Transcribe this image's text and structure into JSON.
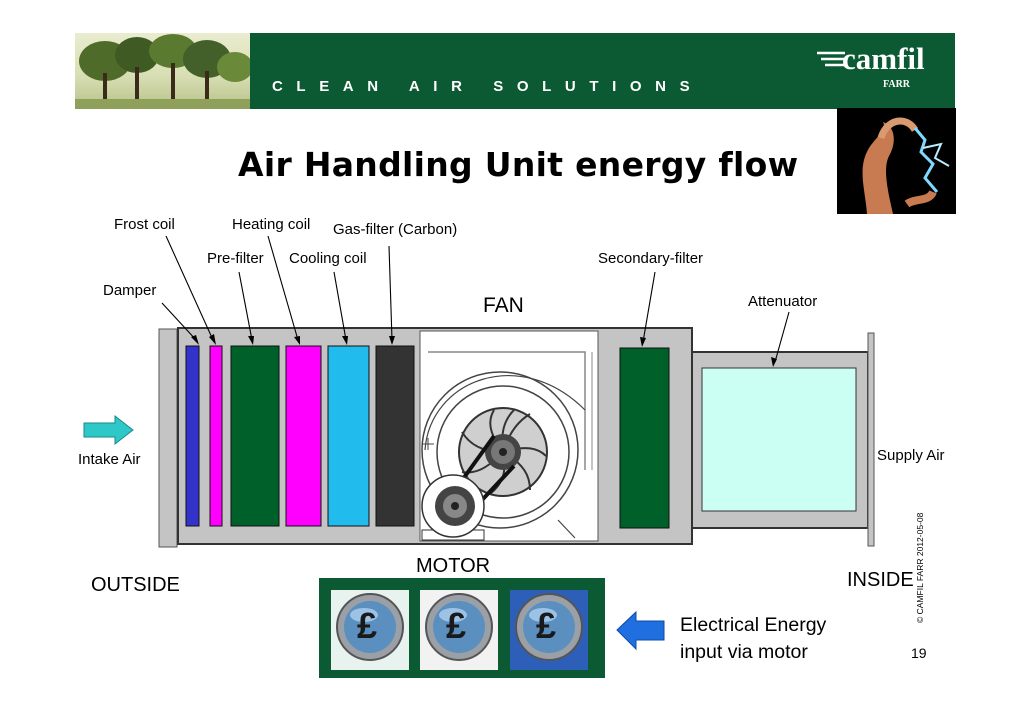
{
  "header": {
    "tagline": "CLEAN AIR SOLUTIONS",
    "brand": "camfil",
    "brand_sub": "FARR"
  },
  "title": "Air Handling Unit energy flow",
  "labels": {
    "frost_coil": "Frost coil",
    "heating_coil": "Heating coil",
    "gas_filter": "Gas-filter (Carbon)",
    "pre_filter": "Pre-filter",
    "cooling_coil": "Cooling coil",
    "secondary_filter": "Secondary-filter",
    "damper": "Damper",
    "fan": "FAN",
    "attenuator": "Attenuator",
    "intake_air": "Intake Air",
    "supply_air": "Supply Air",
    "motor": "MOTOR",
    "outside": "OUTSIDE",
    "inside": "INSIDE",
    "energy_line1": "Electrical Energy",
    "energy_line2": "input via motor"
  },
  "coin_symbol": "£",
  "copyright": "© CAMFIL FARR 2012-05-08",
  "page_number": "19",
  "colors": {
    "banner": "#0b5a33",
    "casing": "#c4c4c4",
    "damper": "#3333cc",
    "pre_filter": "#ff00ff",
    "frost_coil": "#00602a",
    "heating_coil": "#ff00ff",
    "cooling_coil": "#22bbee",
    "gas_filter": "#333333",
    "secondary_filter": "#00602a",
    "attenuator": "#ccfff4",
    "energy_panel": "#0b5a33",
    "intake_arrow": "#2ec8c8",
    "energy_arrow": "#1f6fe0"
  }
}
